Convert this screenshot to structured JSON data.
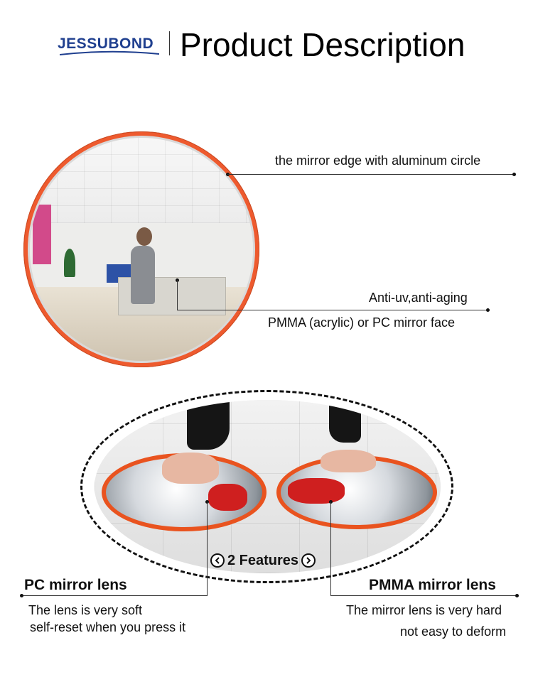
{
  "header": {
    "brand": "JESSUBOND",
    "title": "Product Description"
  },
  "mirror_callouts": {
    "edge": "the mirror edge with aluminum circle",
    "uv": "Anti-uv,anti-aging",
    "face": "PMMA (acrylic) or PC mirror face"
  },
  "features": {
    "label": "2 Features",
    "pc": {
      "title": "PC mirror lens",
      "line1": "The lens is very soft",
      "line2": "self-reset when you press it"
    },
    "pmma": {
      "title": "PMMA mirror lens",
      "line1": "The mirror lens is very hard",
      "line2": "not easy to deform"
    }
  },
  "colors": {
    "brand_blue": "#1f3f8f",
    "mirror_orange": "#ee5a2e"
  },
  "icons": [
    "chevron-left-circle-icon",
    "chevron-right-circle-icon"
  ]
}
